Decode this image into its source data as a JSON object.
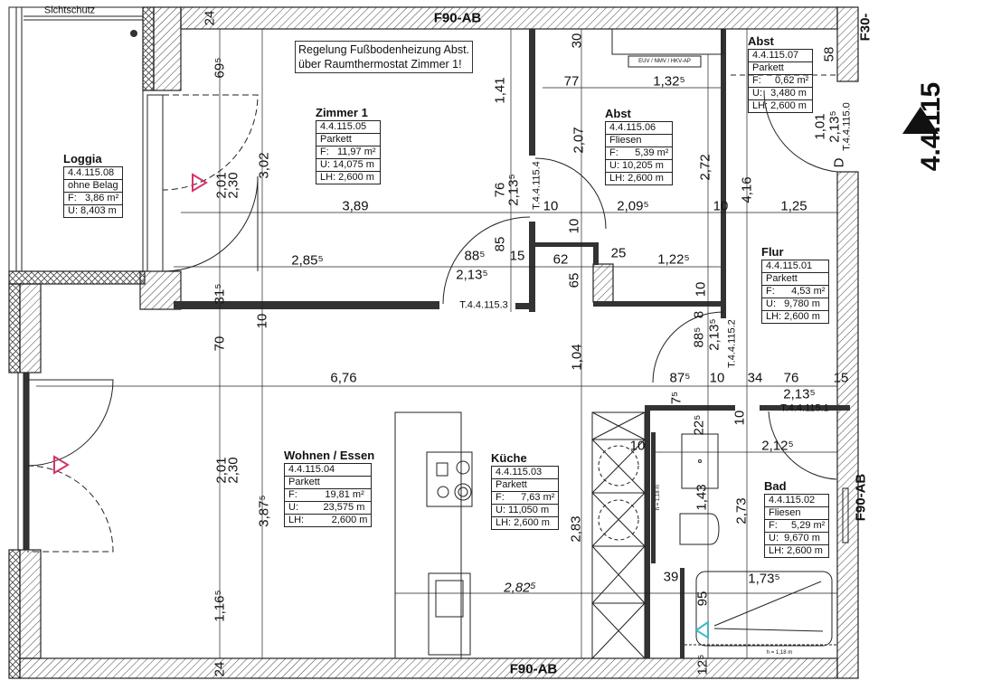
{
  "plan": {
    "unit_number": "4.4.115",
    "note_lines": [
      "Regelung Fußbodenheizung Abst.",
      "über Raumthermostat Zimmer 1!"
    ],
    "labels": {
      "sichtschutz": "Sichtschutz",
      "euv": "EUV / NMV / HKV-AP",
      "wall_top": "F90-AB",
      "wall_bottom": "F90-AB",
      "wall_right": "F90-AB",
      "wall_right_top": "F30-",
      "door_tags": [
        "T.4.4.115.3",
        "T.4.4.115.4",
        "T.4.4.115.2",
        "T.4.4.115.1",
        "T.4.4.115.0"
      ],
      "door_d": "D",
      "height_notes": [
        "h = 1,18 m",
        "h = 1,18 m"
      ]
    },
    "dimensions": [
      "24",
      "69⁵",
      "3,02",
      "2,01",
      "2,30",
      "3,89",
      "2,85⁵",
      "88⁵",
      "2,13⁵",
      "31⁵",
      "10",
      "70",
      "6,76",
      "1,41",
      "76",
      "2,13⁵",
      "85",
      "15",
      "62",
      "25",
      "1,22⁵",
      "65",
      "10",
      "30",
      "77",
      "1,32⁵",
      "2,07",
      "10",
      "2,09⁵",
      "10",
      "2,72",
      "4,16",
      "1,25",
      "58",
      "1,01",
      "2,13⁵",
      "10",
      "8",
      "88⁵",
      "2,13⁵",
      "1,04",
      "87⁵",
      "10",
      "34",
      "76",
      "15",
      "2,13⁵",
      "7⁵",
      "22⁵",
      "10",
      "10",
      "2,12⁵",
      "1,43",
      "2,73",
      "2,83",
      "2,82⁵",
      "39",
      "1,73⁵",
      "95",
      "12⁵",
      "3,87⁵",
      "2,01",
      "2,30",
      "1,16⁵",
      "24"
    ],
    "rooms": [
      {
        "name": "Loggia",
        "rows": [
          "4.4.115.08",
          "ohne Belag",
          "F:   3,86 m²",
          "U: 8,403 m"
        ]
      },
      {
        "name": "Zimmer 1",
        "rows": [
          "4.4.115.05",
          "Parkett",
          "F:   11,97 m²",
          "U: 14,075 m",
          "LH: 2,600 m"
        ]
      },
      {
        "name": "Abst",
        "rows": [
          "4.4.115.06",
          "Fliesen",
          "F:      5,39 m²",
          "U: 10,205 m",
          "LH: 2,600 m"
        ]
      },
      {
        "name": "Abst",
        "rows": [
          "4.4.115.07",
          "Parkett",
          "F:     0,62 m²",
          "U:   3,480 m",
          "LH: 2,600 m"
        ]
      },
      {
        "name": "Flur",
        "rows": [
          "4.4.115.01",
          "Parkett",
          "F:      4,53 m²",
          "U:   9,780 m",
          "LH: 2,600 m"
        ]
      },
      {
        "name": "Wohnen / Essen",
        "rows": [
          "4.4.115.04",
          "Parkett",
          "F:          19,81 m²",
          "U:         23,575 m",
          "LH:          2,600 m"
        ]
      },
      {
        "name": "Küche",
        "rows": [
          "4.4.115.03",
          "Parkett",
          "F:      7,63 m²",
          "U: 11,050 m",
          "LH: 2,600 m"
        ]
      },
      {
        "name": "Bad",
        "rows": [
          "4.4.115.02",
          "Fliesen",
          "F:     5,29 m²",
          "U:  9,670 m",
          "LH: 2,600 m"
        ]
      }
    ],
    "colors": {
      "wall": "#222222",
      "door_marker": "#d6336c",
      "bath_marker": "#3fb6c9"
    }
  }
}
